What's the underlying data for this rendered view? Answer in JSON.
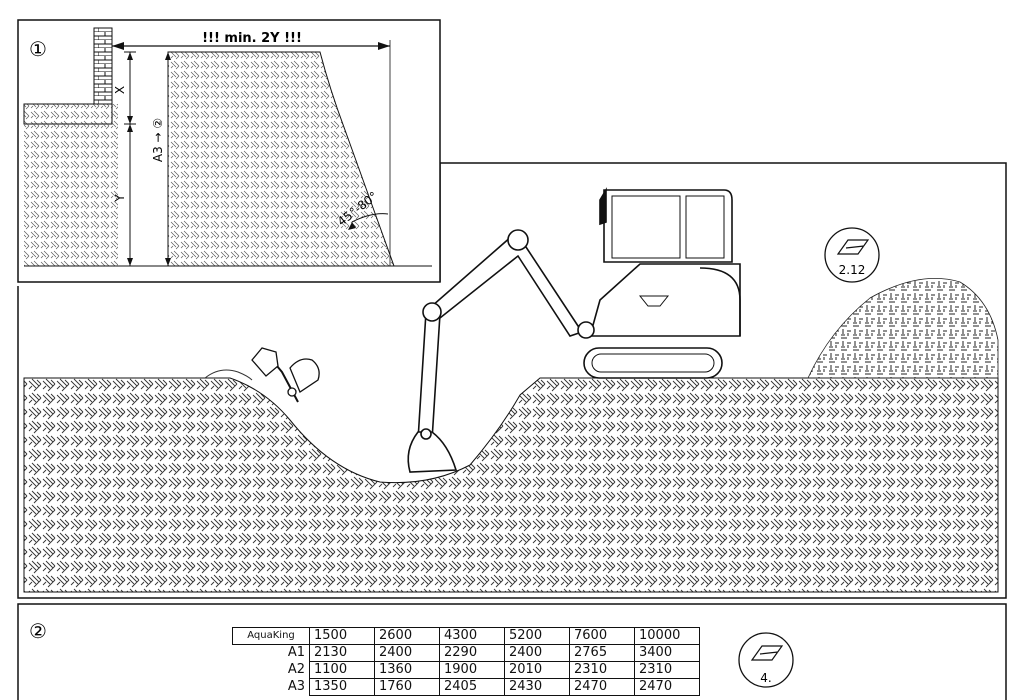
{
  "panel1": {
    "number": "①",
    "distance_label": "!!! min. 2Y !!!",
    "label_x": "X",
    "label_a3": "A3 → ②",
    "label_y": "Y",
    "angle_label": "45°-80°"
  },
  "main": {
    "ref_badge": "2.12"
  },
  "panel2": {
    "number": "②",
    "ref_badge": "4.",
    "table": {
      "header": [
        "AquaKing",
        "1500",
        "2600",
        "4300",
        "5200",
        "7600",
        "10000"
      ],
      "rows": [
        {
          "label": "A1",
          "values": [
            "2130",
            "2400",
            "2290",
            "2400",
            "2765",
            "3400"
          ]
        },
        {
          "label": "A2",
          "values": [
            "1100",
            "1360",
            "1900",
            "2010",
            "2310",
            "2310"
          ]
        },
        {
          "label": "A3",
          "values": [
            "1350",
            "1760",
            "2405",
            "2430",
            "2470",
            "2470"
          ]
        }
      ]
    }
  }
}
